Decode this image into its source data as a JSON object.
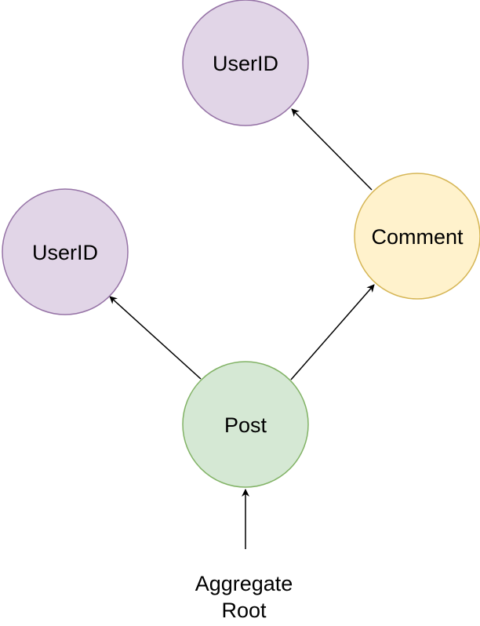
{
  "nodes": {
    "userid_top": {
      "label": "UserID",
      "fill": "#e1d5e7",
      "stroke": "#9673a6"
    },
    "userid_left": {
      "label": "UserID",
      "fill": "#e1d5e7",
      "stroke": "#9673a6"
    },
    "comment": {
      "label": "Comment",
      "fill": "#fff2cc",
      "stroke": "#d6b656"
    },
    "post": {
      "label": "Post",
      "fill": "#d5e8d4",
      "stroke": "#82b366"
    }
  },
  "root_label": {
    "line1": "Aggregate",
    "line2": "Root"
  },
  "edge_color": "#000000"
}
